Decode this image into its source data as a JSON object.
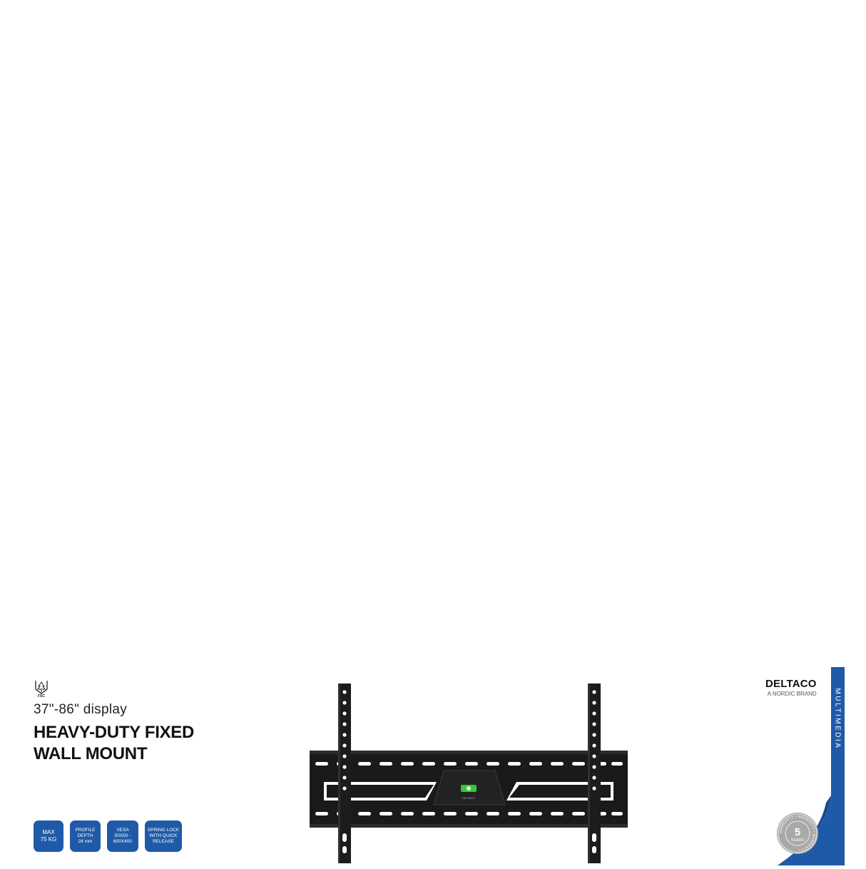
{
  "colors": {
    "accent_blue": "#1e5aa8",
    "badge_text": "#ffffff",
    "mount_black": "#1a1a1a",
    "level_green": "#39c43a",
    "warranty_grey": "#a9a9a9"
  },
  "cert": {
    "icon": "fsc-tree-icon",
    "label": "FSC"
  },
  "product": {
    "size_range": "37\"-86\" display",
    "title_line1": "HEAVY-DUTY FIXED",
    "title_line2": "WALL MOUNT",
    "plate_brand": "DELTACO"
  },
  "badges": [
    {
      "lines": [
        "MAX",
        "75 KG"
      ]
    },
    {
      "lines": [
        "PROFILE",
        "DEPTH",
        "24 mm"
      ]
    },
    {
      "lines": [
        "VESA",
        "50X50 -",
        "600X400"
      ]
    },
    {
      "lines": [
        "SPRING LOCK",
        "WITH QUICK",
        "RELEASE"
      ]
    }
  ],
  "brand": {
    "name": "DELTACO",
    "tagline": "A NORDIC BRAND"
  },
  "category": "MULTIMEDIA",
  "warranty": {
    "years": "5",
    "unit": "YEARS",
    "ring_text": "WARRANTY • WARRANTY • WARRANTY •"
  }
}
